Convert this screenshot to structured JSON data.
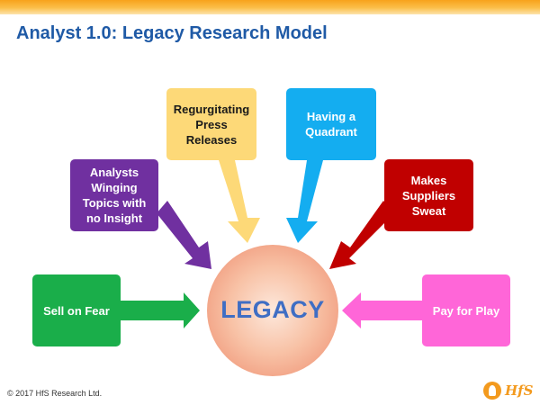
{
  "header": {
    "title": "Analyst 1.0: Legacy Research Model"
  },
  "diagram": {
    "center": {
      "label": "LEGACY"
    },
    "nodes": [
      {
        "id": "regurgitating",
        "label": "Regurgitating Press Releases",
        "color": "#fdd978"
      },
      {
        "id": "quadrant",
        "label": "Having a Quadrant",
        "color": "#14adf0"
      },
      {
        "id": "winging",
        "label": "Analysts Winging Topics with no Insight",
        "color": "#7030a0"
      },
      {
        "id": "sweat",
        "label": "Makes Suppliers Sweat",
        "color": "#c00000"
      },
      {
        "id": "fear",
        "label": "Sell on Fear",
        "color": "#1aae4a"
      },
      {
        "id": "pay",
        "label": "Pay for Play",
        "color": "#ff66d8"
      }
    ]
  },
  "footer": {
    "copyright": "© 2017 HfS Research Ltd.",
    "logo": {
      "text": "HfS",
      "color": "#f39a1e"
    }
  }
}
